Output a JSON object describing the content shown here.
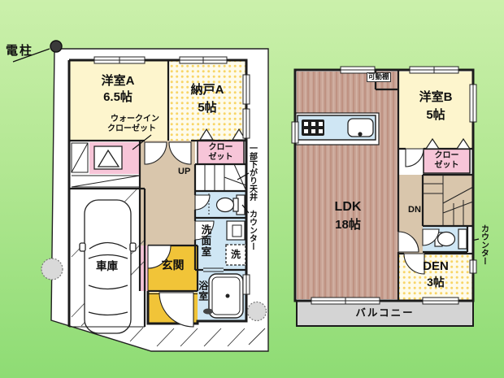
{
  "pole_label": "電柱",
  "floor1": {
    "room_a_name": "洋室A",
    "room_a_size": "6.5帖",
    "nando_name": "納戸A",
    "nando_size": "5帖",
    "wic_line1": "ウォークイン",
    "wic_line2": "クローゼット",
    "closet_line1": "クロー",
    "closet_line2": "ゼット",
    "stairs_up": "UP",
    "ceiling_note": "一部下がり天井",
    "counter_note": "カウンター",
    "washroom": "洗面室",
    "laundry": "洗",
    "entrance": "玄関",
    "bathroom": "浴室",
    "garage": "車庫"
  },
  "floor2": {
    "shelf_note": "可動棚",
    "room_b_name": "洋室B",
    "room_b_size": "5帖",
    "closet_line1": "クロー",
    "closet_line2": "ゼット",
    "ldk_name": "LDK",
    "ldk_size": "18帖",
    "stairs_down": "DN",
    "counter_note": "カウンター",
    "den_name": "DEN",
    "den_size": "3帖",
    "balcony": "バルコニー"
  },
  "colors": {
    "background_top": "#cbf0ab",
    "background_bottom": "#8edc74",
    "room_cream": "#fdf5cd",
    "dotted_room_bg": "#fefbea",
    "dotted_room_dot": "#f8d566",
    "closet_pink": "#f7c5d8",
    "hall_tan": "#d9c6ac",
    "wet_area_blue": "#cfe6f4",
    "entrance_yellow": "#f1c438",
    "ldk_brown": "#c9a496",
    "balcony_gray": "#d4d4d4",
    "wall": "#1b1b1b"
  }
}
